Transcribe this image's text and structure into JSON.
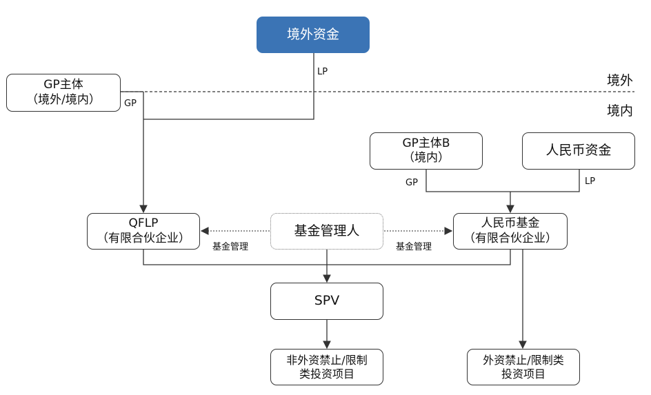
{
  "nodes": {
    "offshore_funds": "境外资金",
    "gp_entity_line1": "GP主体",
    "gp_entity_line2": "（境外/境内）",
    "gp_entity_b_line1": "GP主体B",
    "gp_entity_b_line2": "（境内）",
    "rmb_funds": "人民币资金",
    "qflp_line1": "QFLP",
    "qflp_line2": "（有限合伙企业）",
    "fund_manager": "基金管理人",
    "rmb_fund_line1": "人民币基金",
    "rmb_fund_line2": "（有限合伙企业）",
    "spv": "SPV",
    "non_restricted_line1": "非外资禁止/限制",
    "non_restricted_line2": "类投资项目",
    "restricted_line1": "外资禁止/限制类",
    "restricted_line2": "投资项目"
  },
  "edge_labels": {
    "lp_top": "LP",
    "gp_left": "GP",
    "gp_right": "GP",
    "lp_right": "LP",
    "mgmt_left": "基金管理",
    "mgmt_right": "基金管理"
  },
  "boundary": {
    "offshore": "境外",
    "onshore": "境内"
  },
  "colors": {
    "accent": "#3b74b5",
    "line": "#333333"
  }
}
